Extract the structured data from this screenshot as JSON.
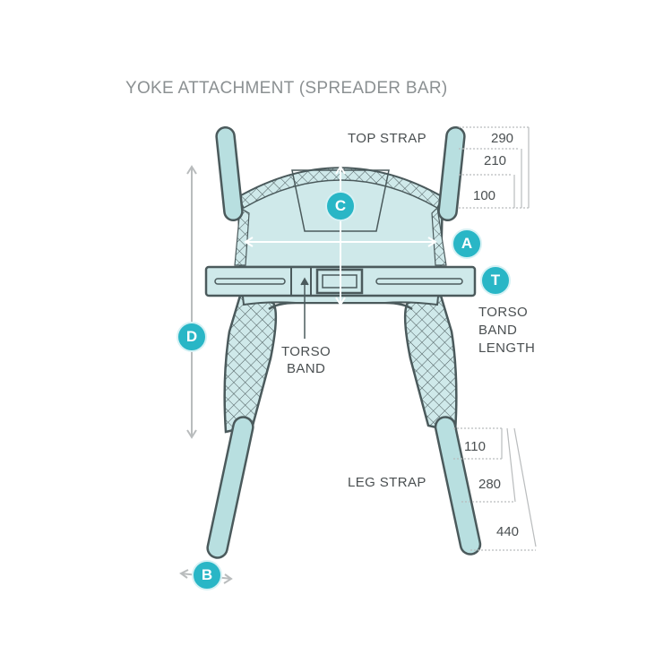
{
  "title": "YOKE ATTACHMENT (SPREADER BAR)",
  "labels": {
    "top_strap": "TOP STRAP",
    "leg_strap": "LEG STRAP",
    "torso_band_1": "TORSO",
    "torso_band_2": "BAND",
    "torso_len_1": "TORSO",
    "torso_len_2": "BAND",
    "torso_len_3": "LENGTH"
  },
  "badges": {
    "a": "A",
    "b": "B",
    "c": "C",
    "d": "D",
    "t": "T"
  },
  "top_strap_measurements": [
    "290",
    "210",
    "100"
  ],
  "leg_strap_measurements": [
    "110",
    "280",
    "440"
  ],
  "colors": {
    "teal_fill": "#cfe9ea",
    "outline": "#4b5a5c",
    "badge": "#29b6c6",
    "strap_fill": "#b8dfe0",
    "arrow": "#b9bcbd"
  }
}
